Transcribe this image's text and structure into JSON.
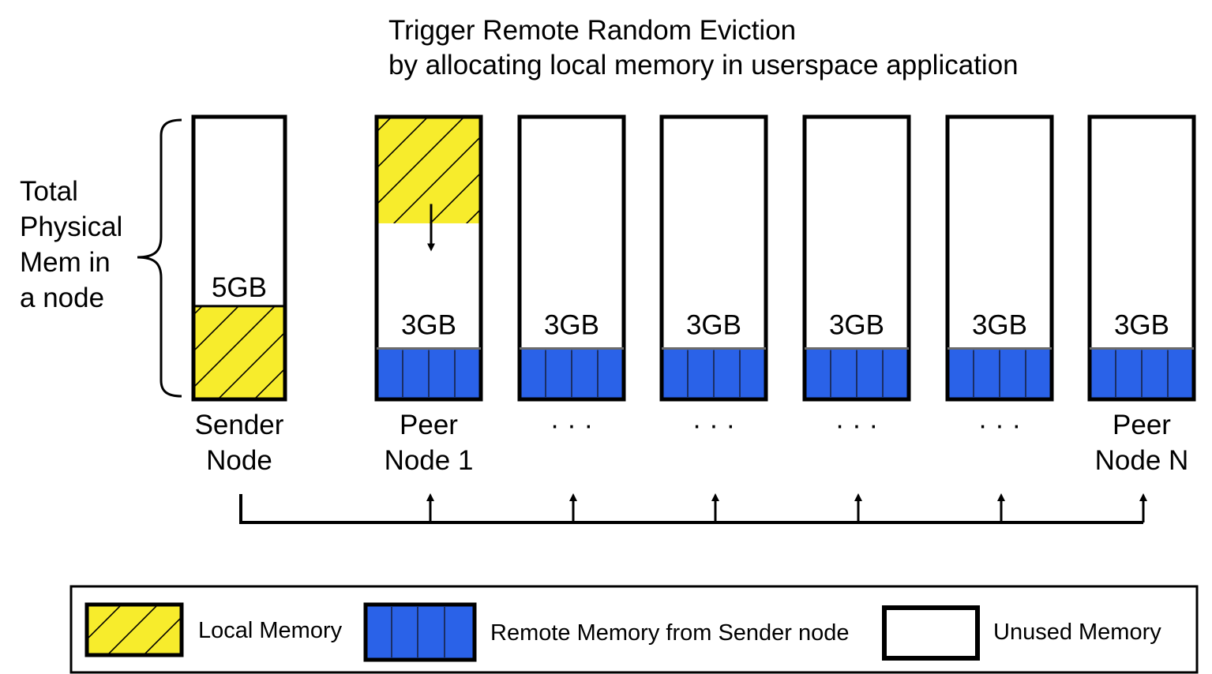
{
  "title": {
    "line1": "Trigger Remote Random Eviction",
    "line2": "by allocating local memory in userspace application"
  },
  "brace_label": [
    "Total",
    "Physical",
    "Mem in",
    "a node"
  ],
  "colors": {
    "local": "#f7ec2c",
    "remote": "#2a62e8",
    "remote_divider": "#1b2f66",
    "unused": "#ffffff",
    "stroke": "#000000"
  },
  "nodes": [
    {
      "id": "sender",
      "label": [
        "Sender",
        "Node"
      ],
      "size_label": "5GB",
      "local_fraction": 0.33,
      "remote_fraction": 0,
      "top_local_fraction": 0
    },
    {
      "id": "peer-1",
      "label": [
        "Peer",
        "Node 1"
      ],
      "size_label": "3GB",
      "local_fraction": 0,
      "remote_fraction": 0.18,
      "top_local_fraction": 0.37,
      "eviction_arrow": true
    },
    {
      "id": "peer-2",
      "label": [
        "· · ·"
      ],
      "size_label": "3GB",
      "local_fraction": 0,
      "remote_fraction": 0.18,
      "top_local_fraction": 0
    },
    {
      "id": "peer-3",
      "label": [
        "· · ·"
      ],
      "size_label": "3GB",
      "local_fraction": 0,
      "remote_fraction": 0.18,
      "top_local_fraction": 0
    },
    {
      "id": "peer-4",
      "label": [
        "· · ·"
      ],
      "size_label": "3GB",
      "local_fraction": 0,
      "remote_fraction": 0.18,
      "top_local_fraction": 0
    },
    {
      "id": "peer-5",
      "label": [
        "· · ·"
      ],
      "size_label": "3GB",
      "local_fraction": 0,
      "remote_fraction": 0.18,
      "top_local_fraction": 0
    },
    {
      "id": "peer-n",
      "label": [
        "Peer",
        "Node N"
      ],
      "size_label": "3GB",
      "local_fraction": 0,
      "remote_fraction": 0.18,
      "top_local_fraction": 0
    }
  ],
  "legend": [
    {
      "id": "local",
      "label": "Local Memory"
    },
    {
      "id": "remote",
      "label": "Remote Memory from Sender node"
    },
    {
      "id": "unused",
      "label": "Unused Memory"
    }
  ]
}
